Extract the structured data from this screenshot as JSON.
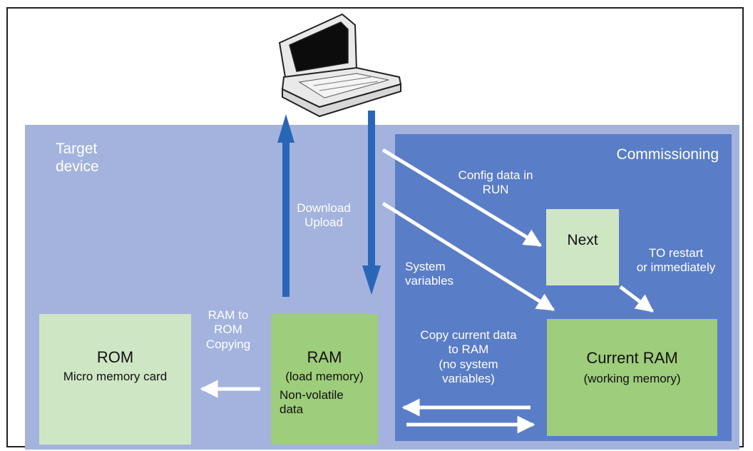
{
  "colors": {
    "target_bg": "#a3b3dd",
    "commissioning_bg": "#5a7dc7",
    "light_green": "#cfe6c4",
    "green": "#9ecd7b",
    "arrow_blue": "#2a66b8",
    "arrow_white": "#ffffff"
  },
  "icons": {
    "laptop": "laptop-icon"
  },
  "target": {
    "label_line1": "Target",
    "label_line2": "device"
  },
  "commissioning": {
    "label": "Commissioning"
  },
  "labels": {
    "config_line1": "Config data in",
    "config_line2": "RUN",
    "download": "Download",
    "upload": "Upload",
    "system_line1": "System",
    "system_line2": "variables",
    "to_restart_line1": "TO restart",
    "to_restart_line2": "or immediately",
    "ram_to_rom_line1": "RAM to",
    "ram_to_rom_line2": "ROM",
    "ram_to_rom_line3": "Copying",
    "copy_line1": "Copy current data",
    "copy_line2": "to RAM",
    "copy_line3": "(no system",
    "copy_line4": "variables)"
  },
  "boxes": {
    "rom": {
      "title": "ROM",
      "subtitle": "Micro memory card"
    },
    "ram": {
      "title": "RAM",
      "subtitle": "(load memory)",
      "note_line1": "Non-volatile",
      "note_line2": "data"
    },
    "next": {
      "title": "Next"
    },
    "current_ram": {
      "title": "Current RAM",
      "subtitle": "(working memory)"
    }
  }
}
